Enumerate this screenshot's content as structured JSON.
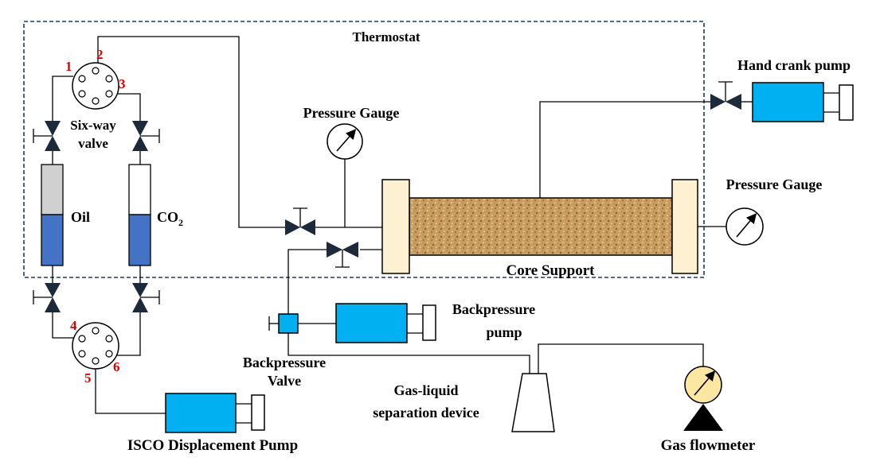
{
  "labels": {
    "thermostat": "Thermostat",
    "hand_crank_pump": "Hand crank pump",
    "pressure_gauge_top": "Pressure Gauge",
    "pressure_gauge_right": "Pressure Gauge",
    "six_way_valve_line1": "Six-way",
    "six_way_valve_line2": "valve",
    "oil": "Oil",
    "co2_main": "CO",
    "co2_sub": "2",
    "core_support": "Core Support",
    "backpressure_pump_line1": "Backpressure",
    "backpressure_pump_line2": "pump",
    "backpressure_valve_line1": "Backpressure",
    "backpressure_valve_line2": "Valve",
    "gas_liquid_line1": "Gas-liquid",
    "gas_liquid_line2": "separation device",
    "isco_pump": "ISCO Displacement Pump",
    "gas_flowmeter": "Gas flowmeter"
  },
  "port_numbers": {
    "top_valve": [
      "1",
      "2",
      "3"
    ],
    "bottom_valve": [
      "4",
      "5",
      "6"
    ]
  },
  "colors": {
    "pump_blue": "#00b0f0",
    "piston_blue": "#4472c4",
    "oil_gray": "#d0d0d0",
    "core_sand": "#c8a060",
    "end_cap": "#fdf1d2",
    "flowmeter_face": "#fbe7a2",
    "port_number_red": "#e00000",
    "dashed_border": "#1f3864"
  }
}
